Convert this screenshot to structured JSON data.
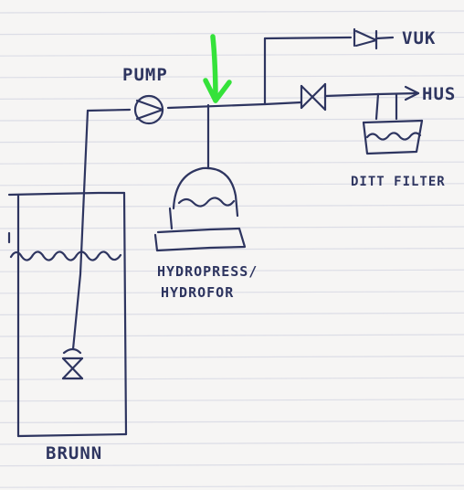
{
  "labels": {
    "pump": "PUMP",
    "vuk": "VUK",
    "hus": "HUS",
    "ditt_filter": "DITT FILTER",
    "hydropress": "HYDROPRESS/",
    "hydrofor": "HYDROFOR",
    "brunn": "BRUNN"
  },
  "colors": {
    "paper": "#f6f5f4",
    "rule_line": "#dcdde6",
    "ink": "#2e3560",
    "highlight_arrow": "#35e23a"
  },
  "icons": {
    "pump": "pump-symbol-icon",
    "valve": "bowtie-valve-icon",
    "check_valve": "check-valve-icon",
    "foot_valve": "foot-valve-icon",
    "arrow": "flow-arrow-icon",
    "marker": "green-arrow-icon"
  }
}
